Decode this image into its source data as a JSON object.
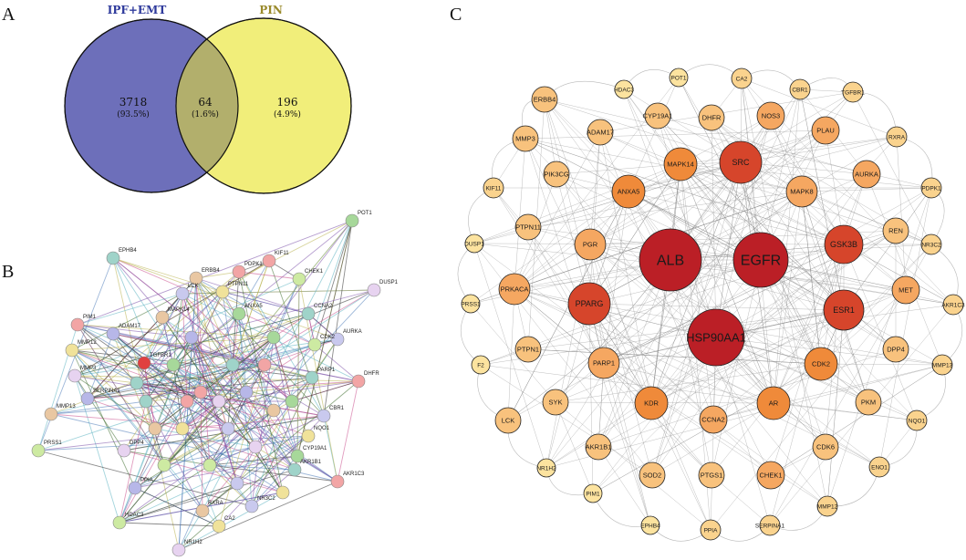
{
  "panels": {
    "a": "A",
    "b": "B",
    "c": "C"
  },
  "venn": {
    "left_title": "IPF+EMT",
    "right_title": "PIN",
    "left_count": "3718",
    "left_pct": "(93.5%)",
    "overlap_count": "64",
    "overlap_pct": "(1.6%)",
    "right_count": "196",
    "right_pct": "(4.9%)",
    "colors": {
      "left": "#6d6fba",
      "right": "#f1ee7a",
      "overlap": "#b2af6c",
      "left_title": "#2e3a9c",
      "right_title": "#9a8a2b"
    }
  },
  "string_network": {
    "labels": [
      "POT1",
      "EPHB4",
      "KIF11",
      "PDPK1",
      "ERBB4",
      "LCK",
      "PTPN11",
      "CHEK1",
      "DUSP1",
      "ANXA5",
      "CCNA2",
      "PIM1",
      "ADAM17",
      "MAPK14",
      "AURKA",
      "MMP12",
      "CDK2",
      "MMP3",
      "TGFBR1",
      "PARP1",
      "DHFR",
      "SERPINA1",
      "MMP13",
      "CBR1",
      "NQO1",
      "PRSS1",
      "DPP4",
      "CYP19A1",
      "AKR1B1",
      "AKR1C3",
      "PPIA",
      "RXRA",
      "NR3C2",
      "CA2",
      "HDAC3",
      "NR1H2"
    ],
    "node_colors": [
      "#a7d89a",
      "#9fd3c9",
      "#f2a5a5",
      "#b7b7e8",
      "#e9c7a2",
      "#c9c9ee",
      "#f0e29a",
      "#cdeaa2",
      "#e7d3f0"
    ]
  },
  "ppi_network": {
    "nodes": [
      {
        "label": "ALB",
        "score": 10
      },
      {
        "label": "EGFR",
        "score": 10
      },
      {
        "label": "HSP90AA1",
        "score": 10
      },
      {
        "label": "SRC",
        "score": 8
      },
      {
        "label": "GSK3B",
        "score": 8
      },
      {
        "label": "ESR1",
        "score": 9
      },
      {
        "label": "PPARG",
        "score": 8
      },
      {
        "label": "ANXA5",
        "score": 6
      },
      {
        "label": "MAPK14",
        "score": 6
      },
      {
        "label": "MAPK8",
        "score": 5
      },
      {
        "label": "PGR",
        "score": 5
      },
      {
        "label": "PRKACA",
        "score": 5
      },
      {
        "label": "PARP1",
        "score": 5
      },
      {
        "label": "KDR",
        "score": 6
      },
      {
        "label": "AR",
        "score": 6
      },
      {
        "label": "CDK2",
        "score": 6
      },
      {
        "label": "CCNA2",
        "score": 4
      },
      {
        "label": "MET",
        "score": 4
      },
      {
        "label": "NOS3",
        "score": 4
      },
      {
        "label": "PLAU",
        "score": 4
      },
      {
        "label": "AURKA",
        "score": 4
      },
      {
        "label": "DHFR",
        "score": 3
      },
      {
        "label": "CYP19A1",
        "score": 3
      },
      {
        "label": "ADAM17",
        "score": 3
      },
      {
        "label": "ERBB4",
        "score": 3
      },
      {
        "label": "MMP3",
        "score": 3
      },
      {
        "label": "PIK3CG",
        "score": 3
      },
      {
        "label": "KIF11",
        "score": 2
      },
      {
        "label": "PTPN11",
        "score": 3
      },
      {
        "label": "PTPN1",
        "score": 3
      },
      {
        "label": "SYK",
        "score": 3
      },
      {
        "label": "LCK",
        "score": 3
      },
      {
        "label": "AKR1B1",
        "score": 3
      },
      {
        "label": "SOD2",
        "score": 3
      },
      {
        "label": "PTGS1",
        "score": 3
      },
      {
        "label": "CHEK1",
        "score": 4
      },
      {
        "label": "CDK6",
        "score": 3
      },
      {
        "label": "PKM",
        "score": 3
      },
      {
        "label": "DPP4",
        "score": 3
      },
      {
        "label": "REN",
        "score": 3
      },
      {
        "label": "TGFBR1",
        "score": 2
      },
      {
        "label": "RXRA",
        "score": 2
      },
      {
        "label": "PDPK1",
        "score": 2
      },
      {
        "label": "NR3C2",
        "score": 2
      },
      {
        "label": "AKR1C3",
        "score": 2
      },
      {
        "label": "MMP13",
        "score": 2
      },
      {
        "label": "NQO1",
        "score": 2
      },
      {
        "label": "ENO1",
        "score": 2
      },
      {
        "label": "MMP12",
        "score": 2
      },
      {
        "label": "SERPINA1",
        "score": 2
      },
      {
        "label": "PPIA",
        "score": 2
      },
      {
        "label": "EPHB4",
        "score": 1
      },
      {
        "label": "PIM1",
        "score": 1
      },
      {
        "label": "NR1H2",
        "score": 1
      },
      {
        "label": "F2",
        "score": 1
      },
      {
        "label": "PRSS1",
        "score": 1
      },
      {
        "label": "DUSP1",
        "score": 1
      },
      {
        "label": "HDAC3",
        "score": 1
      },
      {
        "label": "POT1",
        "score": 1
      },
      {
        "label": "CA2",
        "score": 2
      },
      {
        "label": "CBR1",
        "score": 2
      }
    ]
  }
}
